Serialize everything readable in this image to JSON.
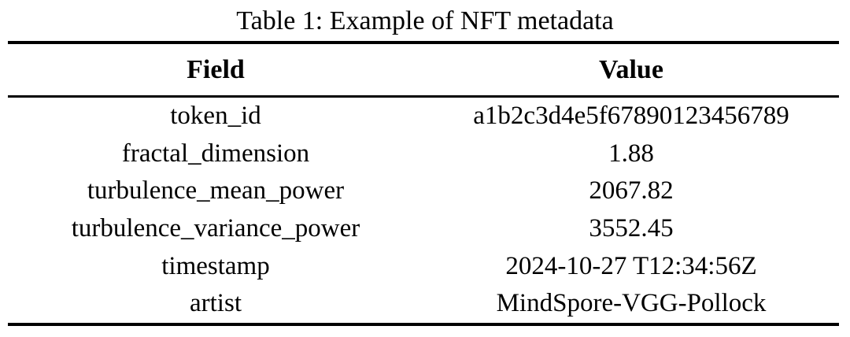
{
  "table": {
    "caption": "Table 1: Example of NFT metadata",
    "columns": [
      "Field",
      "Value"
    ],
    "rows": [
      {
        "field": "token_id",
        "value": "a1b2c3d4e5f67890123456789"
      },
      {
        "field": "fractal_dimension",
        "value": "1.88"
      },
      {
        "field": "turbulence_mean_power",
        "value": "2067.82"
      },
      {
        "field": "turbulence_variance_power",
        "value": "3552.45"
      },
      {
        "field": "timestamp",
        "value": "2024-10-27 T12:34:56Z"
      },
      {
        "field": "artist",
        "value": "MindSpore-VGG-Pollock"
      }
    ]
  },
  "colors": {
    "background": "#ffffff",
    "text": "#000000",
    "rule": "#000000"
  }
}
